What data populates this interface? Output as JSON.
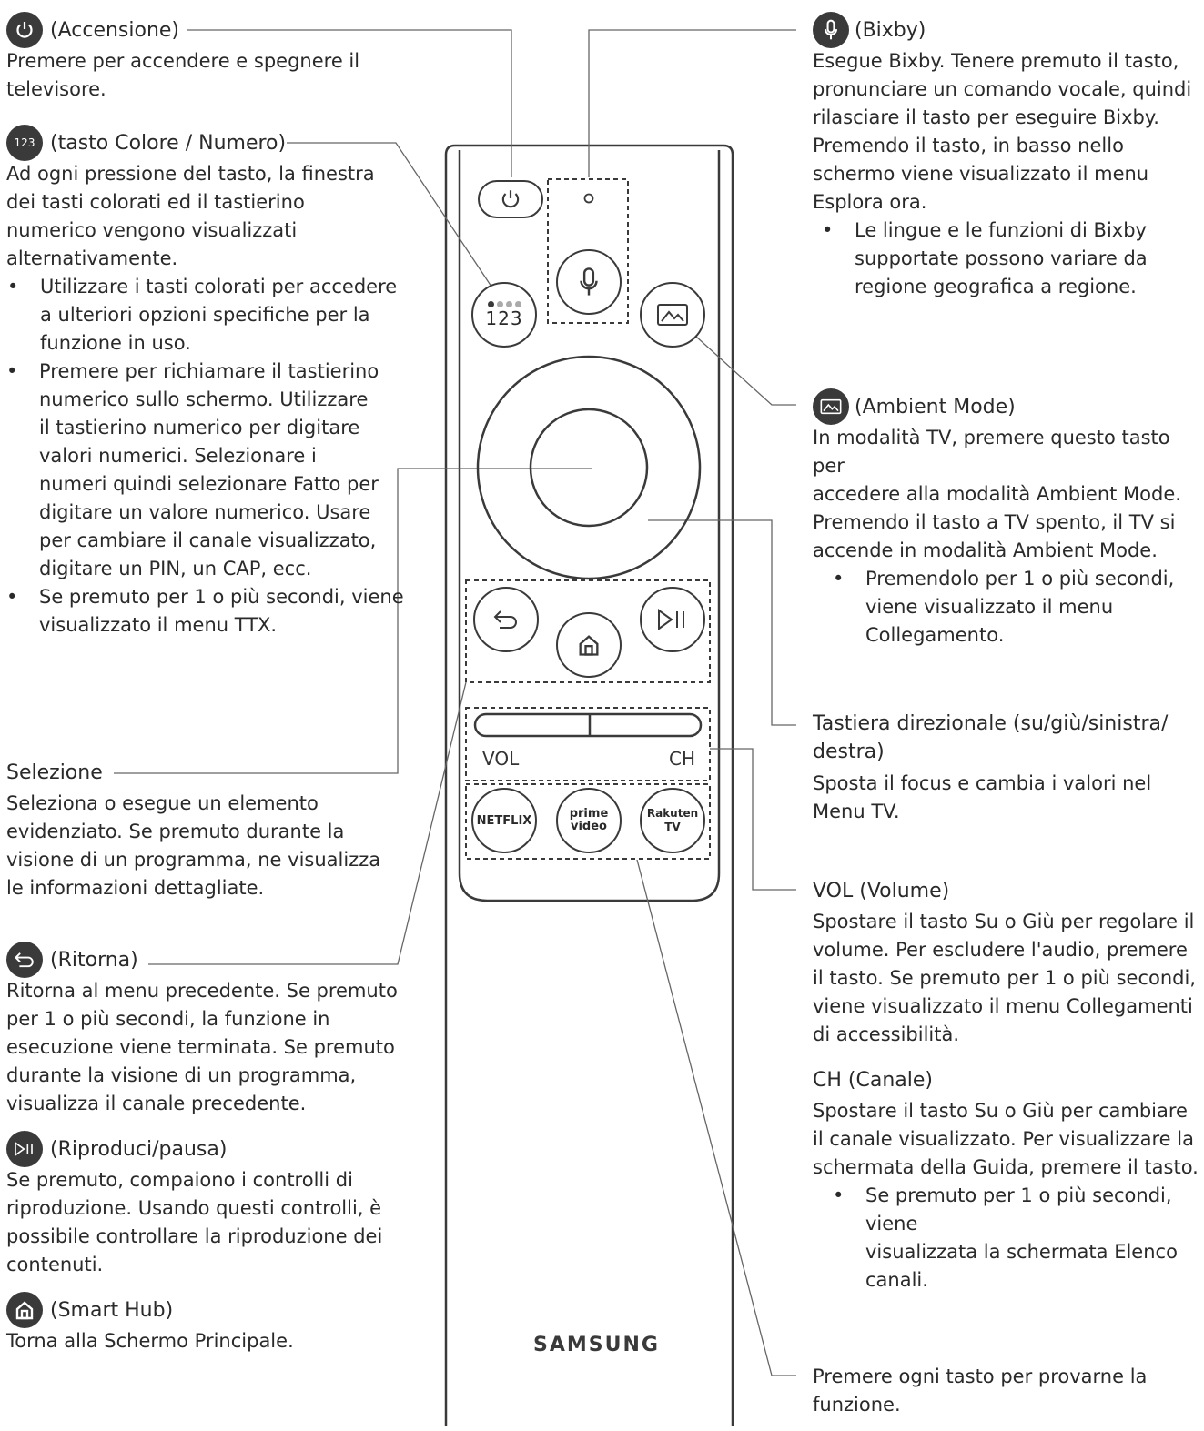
{
  "left": {
    "power": {
      "title": "(Accensione)",
      "text": "Premere per accendere e spegnere il\ntelevisore."
    },
    "color": {
      "title": "(tasto Colore / Numero)",
      "text": "Ad ogni pressione del tasto, la finestra\ndei tasti colorati ed il tastierino\nnumerico vengono visualizzati\nalternativamente.",
      "bullets": [
        "Utilizzare i tasti colorati per accedere\na ulteriori opzioni specifiche per la\nfunzione in uso.",
        "Premere per richiamare il tastierino\nnumerico sullo schermo. Utilizzare\nil tastierino numerico per digitare\nvalori numerici. Selezionare i\nnumeri quindi selezionare Fatto per\ndigitare un valore numerico. Usare\nper cambiare il canale visualizzato,\ndigitare un PIN, un CAP, ecc.",
        "Se premuto per 1 o più secondi, viene\nvisualizzato il menu TTX."
      ]
    },
    "select": {
      "title": "Selezione",
      "text": "Seleziona o esegue un elemento\nevidenziato. Se premuto durante la\nvisione di un programma, ne visualizza\nle informazioni dettagliate."
    },
    "back": {
      "title": "(Ritorna)",
      "text": "Ritorna al menu precedente. Se premuto\nper 1 o più secondi, la funzione in\nesecuzione viene terminata. Se premuto\ndurante la visione di un programma,\nvisualizza il canale precedente."
    },
    "play": {
      "title": "(Riproduci/pausa)",
      "text": "Se premuto, compaiono i controlli di\nriproduzione. Usando questi controlli, è\npossibile controllare la riproduzione dei\ncontenuti."
    },
    "home": {
      "title": "(Smart Hub)",
      "text": "Torna alla Schermo Principale."
    }
  },
  "right": {
    "bixby": {
      "title": "(Bixby)",
      "text": "Esegue Bixby. Tenere premuto il tasto,\npronunciare un comando vocale, quindi\nrilasciare il tasto per eseguire Bixby.\nPremendo il tasto, in basso nello\nschermo viene visualizzato il menu\nEsplora ora.",
      "bullets": [
        "Le lingue e le funzioni di Bixby\nsupportate possono variare da\nregione geografica a regione."
      ]
    },
    "ambient": {
      "title": "(Ambient Mode)",
      "text": "In modalità TV, premere questo tasto per\naccedere alla modalità Ambient Mode.\nPremendo il tasto a TV spento, il TV si\naccende in modalità Ambient Mode.",
      "bullets": [
        "Premendolo per 1 o più secondi,\nviene visualizzato il menu\nCollegamento."
      ]
    },
    "dpad": {
      "title": "Tastiera direzionale (su/giù/sinistra/\ndestra)",
      "text": "Sposta il focus e cambia i valori nel\nMenu TV."
    },
    "vol": {
      "title": "VOL (Volume)",
      "text": "Spostare il tasto Su o Giù per regolare il\nvolume. Per escludere l'audio, premere\nil tasto. Se premuto per 1 o più secondi,\nviene visualizzato il menu Collegamenti\ndi accessibilità."
    },
    "ch": {
      "title": "CH (Canale)",
      "text": "Spostare il tasto Su o Giù per cambiare\nil canale visualizzato. Per visualizzare la\nschermata della Guida, premere il tasto.",
      "bullets": [
        "Se premuto per 1 o più secondi, viene\nvisualizzata la schermata Elenco\ncanali."
      ]
    },
    "apps": {
      "text": "Premere ogni tasto per provarne la\nfunzione."
    }
  },
  "remote": {
    "numpad_label": "123",
    "vol_label": "VOL",
    "ch_label": "CH",
    "netflix_label": "NETFLIX",
    "prime_label": "prime\nvideo",
    "rakuten_label": "Rakuten\nTV",
    "brand": "SAMSUNG"
  },
  "icons": {
    "power": "power-icon",
    "color": "color-number-icon",
    "back": "return-icon",
    "play": "play-pause-icon",
    "home": "home-icon",
    "bixby": "microphone-icon",
    "ambient": "ambient-mode-icon"
  }
}
